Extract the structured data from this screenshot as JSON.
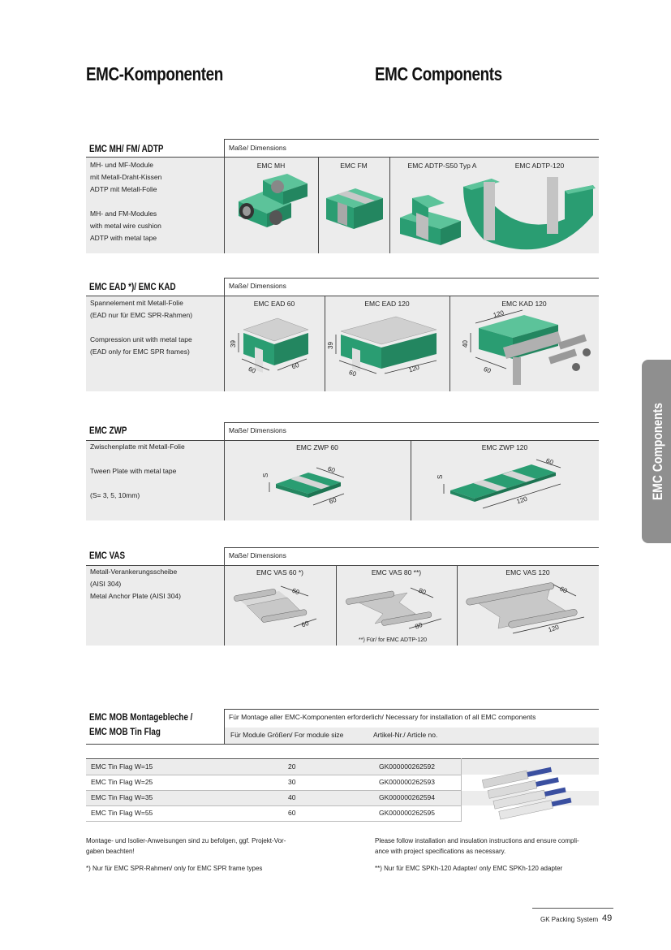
{
  "header": {
    "title_de": "EMC-Komponenten",
    "title_en": "EMC Components"
  },
  "side_tab": "EMC Components",
  "dimensions_label": "Maße/ Dimensions",
  "sections": {
    "mh": {
      "title": "EMC MH/  FM/ ADTP",
      "desc": [
        "MH- und MF-Module",
        "mit Metall-Draht-Kissen",
        "ADTP mit Metall-Folie",
        "",
        "MH- and FM-Modules",
        "with metal wire cushion",
        "ADTP with metal tape"
      ],
      "cols": [
        "EMC MH",
        "EMC FM",
        "EMC ADTP-S50 Typ A",
        "EMC ADTP-120"
      ]
    },
    "ead": {
      "title": "EMC EAD *)/ EMC KAD",
      "desc": [
        "Spannelement mit Metall-Folie",
        "(EAD nur für EMC SPR-Rahmen)",
        "",
        "Compression unit with metal tape",
        "(EAD only for EMC SPR frames)"
      ],
      "cols": [
        "EMC EAD 60",
        "EMC EAD 120",
        "EMC KAD 120"
      ],
      "dims": {
        "ead60": [
          "39",
          "60",
          "60"
        ],
        "ead120": [
          "39",
          "60",
          "120"
        ],
        "kad120": [
          "120",
          "40",
          "60"
        ]
      }
    },
    "zwp": {
      "title": "EMC ZWP",
      "desc": [
        "Zwischenplatte mit Metall-Folie",
        "",
        "Tween Plate with metal tape",
        "",
        "(S= 3, 5, 10mm)"
      ],
      "cols": [
        "EMC ZWP 60",
        "EMC ZWP  120"
      ],
      "dims": {
        "s": "S",
        "zwp60": [
          "60",
          "60"
        ],
        "zwp120": [
          "60",
          "120"
        ]
      }
    },
    "vas": {
      "title": "EMC VAS",
      "desc": [
        "Metall-Verankerungsscheibe",
        "(AISI 304)",
        "Metal Anchor Plate (AISI 304)"
      ],
      "cols": [
        "EMC VAS 60 *)",
        "EMC VAS 80 **)",
        "EMC VAS 120"
      ],
      "dims": {
        "vas60": [
          "60",
          "60"
        ],
        "vas80": [
          "80",
          "80"
        ],
        "vas120": [
          "60",
          "120"
        ]
      },
      "footnote": "**) Für/ for EMC ADTP-120"
    },
    "mob": {
      "title1": "EMC MOB Montagebleche /",
      "title2": "EMC MOB Tin Flag",
      "note": "Für Montage aller EMC-Komponenten erforderlich/ Necessary for installation of all EMC components",
      "col_size": "Für Module Größen/ For module size",
      "col_article": "Artikel-Nr./ Article no.",
      "rows": [
        {
          "name": "EMC Tin Flag W=15",
          "size": "20",
          "article": "GK000000262592"
        },
        {
          "name": "EMC Tin Flag W=25",
          "size": "30",
          "article": "GK000000262593"
        },
        {
          "name": "EMC Tin Flag W=35",
          "size": "40",
          "article": "GK000000262594"
        },
        {
          "name": "EMC Tin Flag W=55",
          "size": "60",
          "article": "GK000000262595"
        }
      ]
    }
  },
  "footer": {
    "de_line1": "Montage- und Isolier-Anweisungen sind zu befolgen, ggf. Projekt-Vor-",
    "de_line2": "gaben beachten!",
    "de_note": "*) Nur für EMC SPR-Rahmen/ only for EMC SPR frame types",
    "en_line1": "Please follow installation and insulation instructions and ensure compli-",
    "en_line2": "ance with project specifications as necessary.",
    "en_note": "**) Nur für EMC SPKh-120 Adapter/ only EMC SPKh-120 adapter",
    "brand": "GK Packing System",
    "page": "49"
  },
  "colors": {
    "green": "#2a9d72",
    "green_light": "#5cc39a",
    "metal": "#b8b8b8",
    "tab": "#8f8f8f",
    "grey_bg": "#ececec"
  }
}
